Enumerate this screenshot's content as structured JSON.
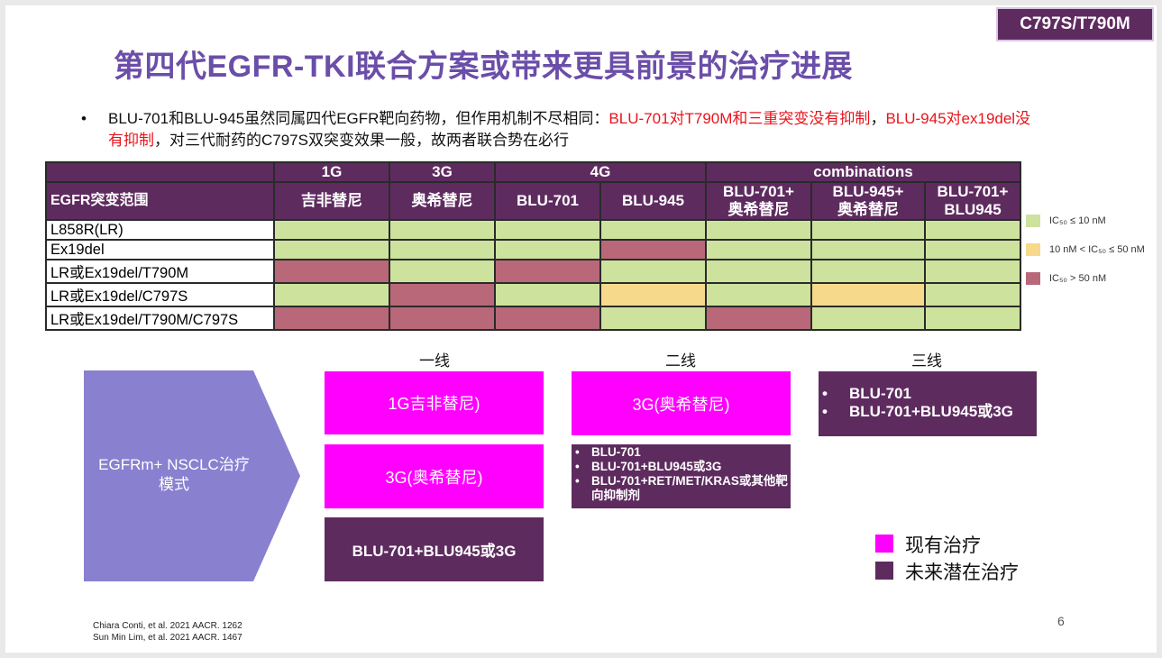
{
  "tag": "C797S/T790M",
  "title": "第四代EGFR-TKI联合方案或带来更具前景的治疗进展",
  "bullet": {
    "dot": "•",
    "part1": "BLU-701和BLU-945虽然同属四代EGFR靶向药物，但作用机制不尽相同：",
    "part2_red": "BLU-701对T790M和三重突变没有抑制",
    "part3": "，",
    "part4_red": "BLU-945对ex19del没有抑制",
    "part5": "，对三代耐药的C797S双突变效果一般，故两者联合势在必行"
  },
  "table": {
    "groups": [
      "1G",
      "3G",
      "4G",
      "combinations"
    ],
    "row_header": "EGFR突变范围",
    "drugs": [
      "吉非替尼",
      "奥希替尼",
      "BLU-701",
      "BLU-945"
    ],
    "combos": [
      {
        "l1": "BLU-701+",
        "l2": "奥希替尼"
      },
      {
        "l1": "BLU-945+",
        "l2": "奥希替尼"
      },
      {
        "l1": "BLU-701+",
        "l2": "BLU945"
      }
    ],
    "rows": [
      {
        "label": "L858R(LR)",
        "cells": [
          "g",
          "g",
          "g",
          "g",
          "g",
          "g",
          "g"
        ]
      },
      {
        "label": "Ex19del",
        "cells": [
          "g",
          "g",
          "g",
          "r",
          "g",
          "g",
          "g"
        ]
      },
      {
        "label": "LR或Ex19del/T790M",
        "cells": [
          "r",
          "g",
          "r",
          "g",
          "g",
          "g",
          "g"
        ]
      },
      {
        "label": "LR或Ex19del/C797S",
        "cells": [
          "g",
          "r",
          "g",
          "y",
          "g",
          "y",
          "g"
        ]
      },
      {
        "label": "LR或Ex19del/T790M/C797S",
        "cells": [
          "r",
          "r",
          "r",
          "g",
          "r",
          "g",
          "g"
        ]
      }
    ]
  },
  "legend": [
    {
      "label": "IC₅₀ ≤ 10 nM",
      "color": "#cde29d"
    },
    {
      "label": "10 nM < IC₅₀ ≤ 50 nM",
      "color": "#f6d98a"
    },
    {
      "label": "IC₅₀ > 50 nM",
      "color": "#b86878"
    }
  ],
  "lines": {
    "first": "一线",
    "second": "二线",
    "third": "三线"
  },
  "arrow_label_1": "EGFRm+ NSCLC治疗",
  "arrow_label_2": "模式",
  "first_line": {
    "box1": "1G吉非替尼)",
    "box2": "3G(奥希替尼)",
    "box3": "BLU-701+BLU945或3G"
  },
  "second_line": {
    "box1": "3G(奥希替尼)",
    "list": [
      "BLU-701",
      "BLU-701+BLU945或3G",
      "BLU-701+RET/MET/KRAS或其他靶向抑制剂"
    ]
  },
  "third_line": {
    "list": [
      "BLU-701",
      "BLU-701+BLU945或3G"
    ]
  },
  "keys": [
    {
      "label": "现有治疗",
      "color": "#ff00ff"
    },
    {
      "label": "未来潜在治疗",
      "color": "#5e2b5f"
    }
  ],
  "refs": [
    "Chiara Conti, et al. 2021 AACR. 1262",
    "Sun Min Lim, et al. 2021 AACR. 1467"
  ],
  "page_number": "6",
  "colors": {
    "accent_purple": "#5e2b5f",
    "title_purple": "#6b4ea8",
    "magenta": "#ff00ff",
    "arrow": "#8a80d0"
  }
}
